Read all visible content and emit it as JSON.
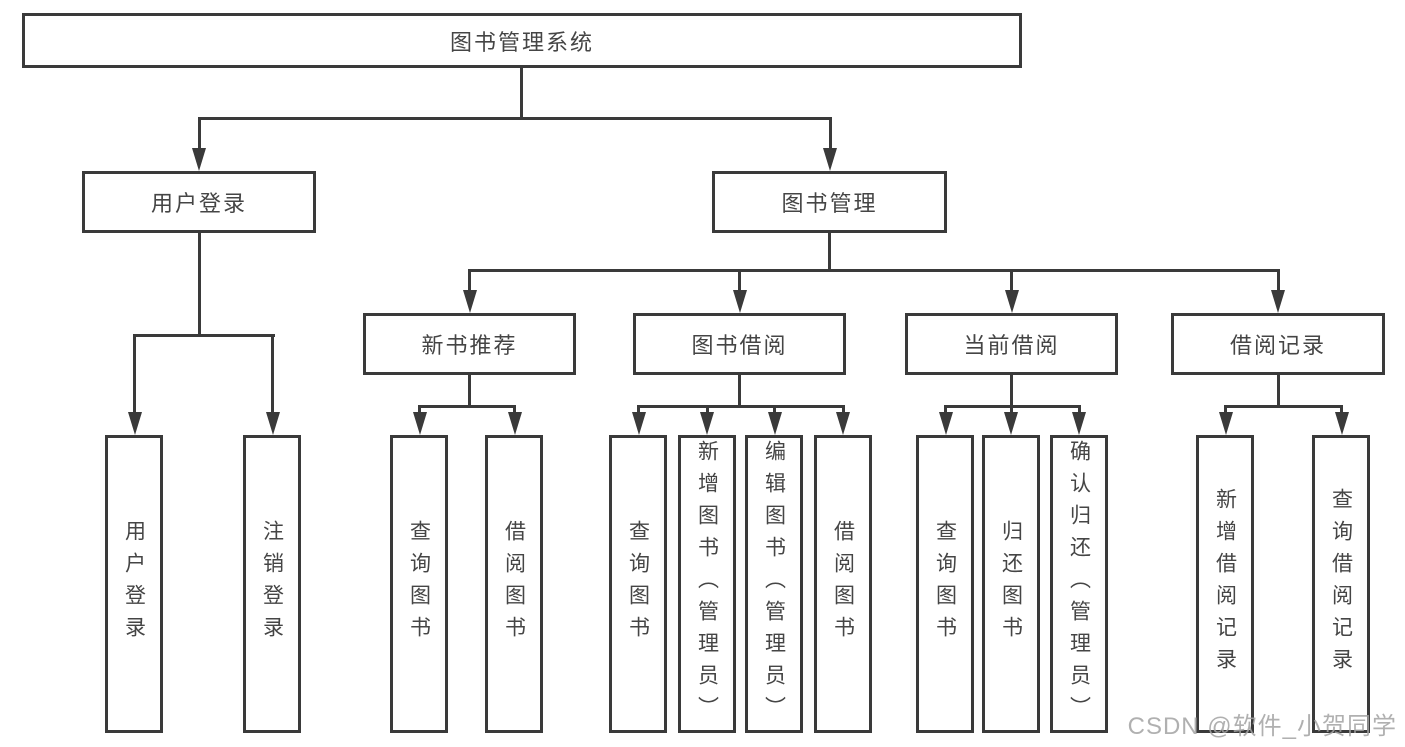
{
  "diagram": {
    "root": {
      "label": "图书管理系统"
    },
    "level2": [
      {
        "label": "用户登录"
      },
      {
        "label": "图书管理"
      }
    ],
    "level3": [
      {
        "label": "新书推荐"
      },
      {
        "label": "图书借阅"
      },
      {
        "label": "当前借阅"
      },
      {
        "label": "借阅记录"
      }
    ],
    "leaves": {
      "user_login": [
        {
          "label": "用户登录"
        },
        {
          "label": "注销登录"
        }
      ],
      "new_books": [
        {
          "label": "查询图书"
        },
        {
          "label": "借阅图书"
        }
      ],
      "book_borrow": [
        {
          "label": "查询图书"
        },
        {
          "label": "新增图书（管理员）"
        },
        {
          "label": "编辑图书（管理员）"
        },
        {
          "label": "借阅图书"
        }
      ],
      "current_borrow": [
        {
          "label": "查询图书"
        },
        {
          "label": "归还图书"
        },
        {
          "label": "确认归还（管理员）"
        }
      ],
      "borrow_records": [
        {
          "label": "新增借阅记录"
        },
        {
          "label": "查询借阅记录"
        }
      ]
    },
    "colors": {
      "line": "#3a3a3a",
      "text": "#454545",
      "watermark": "#a3a3a3"
    }
  },
  "watermark": {
    "text": "CSDN @软件_小贺同学"
  }
}
